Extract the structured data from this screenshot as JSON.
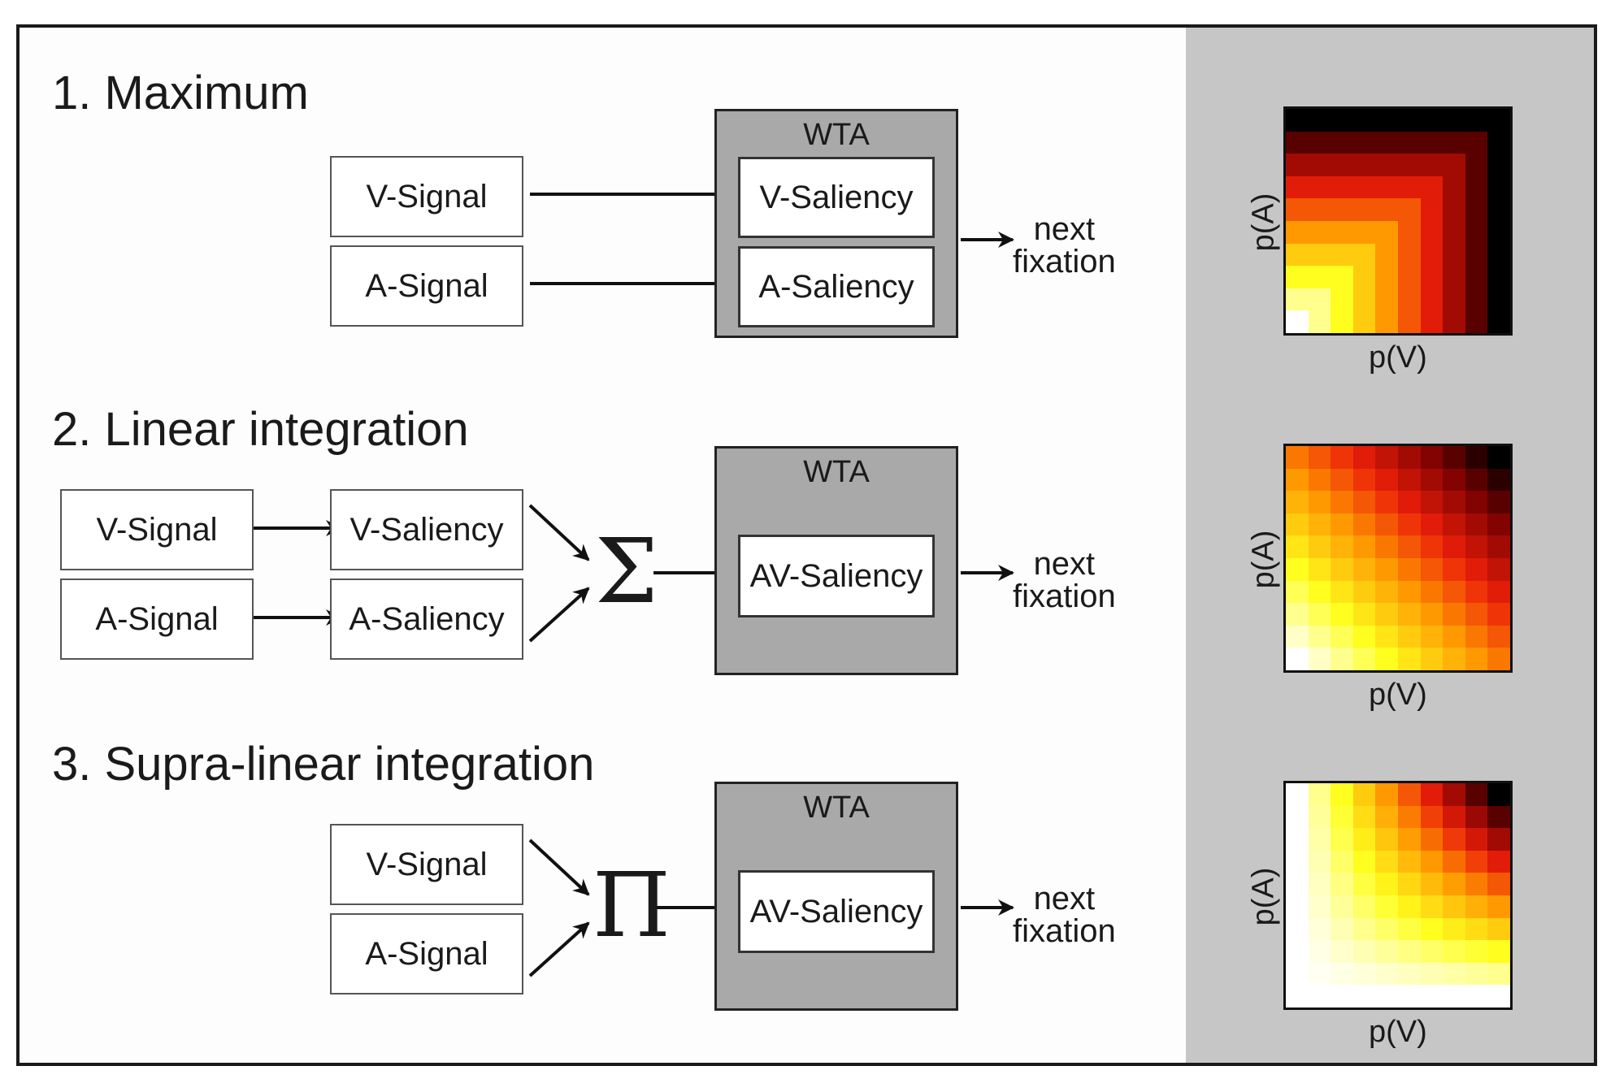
{
  "models": [
    {
      "title": "1. Maximum",
      "wta_label": "WTA",
      "v_signal": "V-Signal",
      "a_signal": "A-Signal",
      "v_saliency": "V-Saliency",
      "a_saliency": "A-Saliency",
      "output": "next\nfixation"
    },
    {
      "title": "2. Linear integration",
      "wta_label": "WTA",
      "v_signal": "V-Signal",
      "a_signal": "A-Signal",
      "v_saliency": "V-Saliency",
      "a_saliency": "A-Saliency",
      "operator": "Σ",
      "av_saliency": "AV-Saliency",
      "output": "next\nfixation"
    },
    {
      "title": "3. Supra-linear integration",
      "wta_label": "WTA",
      "v_signal": "V-Signal",
      "a_signal": "A-Signal",
      "operator": "Π",
      "av_saliency": "AV-Saliency",
      "output": "next\nfixation"
    }
  ],
  "heatmaps": [
    {
      "combination": "max",
      "x_label": "p(V)",
      "y_label": "p(A)"
    },
    {
      "combination": "sum",
      "x_label": "p(V)",
      "y_label": "p(A)"
    },
    {
      "combination": "product",
      "x_label": "p(V)",
      "y_label": "p(A)"
    }
  ],
  "colors": {
    "frame": "#1a1a1a",
    "right_panel": "#c6c6c6",
    "wta_fill": "#a9a9a9",
    "heat_low": "#ffffff",
    "heat_mid": "#ffff20",
    "heat_high": "#000000"
  }
}
